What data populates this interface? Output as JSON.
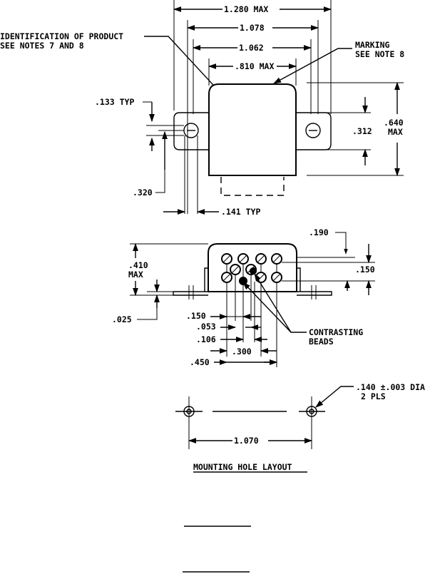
{
  "top_view": {
    "dim_overall": "1.280 MAX",
    "dim_outer_holes": "1.078",
    "dim_inner": "1.062",
    "dim_body": ".810 MAX",
    "note_identification_line1": "IDENTIFICATION OF PRODUCT",
    "note_identification_line2": "SEE NOTES 7 AND 8",
    "note_marking_line1": "MARKING",
    "note_marking_line2": "SEE NOTE 8",
    "dim_tab_height": ".133 TYP",
    "dim_slot": ".312",
    "dim_height_line1": ".640",
    "dim_height_line2": "MAX",
    "dim_hole_offset": ".320",
    "dim_tab_width": ".141 TYP"
  },
  "side_view": {
    "dim_190": ".190",
    "dim_height_line1": ".410",
    "dim_height_line2": "MAX",
    "dim_pin_row": ".150",
    "dim_flange": ".025",
    "dim_150": ".150",
    "dim_053": ".053",
    "dim_106": ".106",
    "dim_300": ".300",
    "dim_450": ".450",
    "note_beads_line1": "CONTRASTING",
    "note_beads_line2": "BEADS"
  },
  "mounting": {
    "hole_note_line1": ".140 ±.003 DIA",
    "hole_note_line2": "2 PLS",
    "dim_spacing": "1.070",
    "title": "MOUNTING HOLE LAYOUT"
  }
}
